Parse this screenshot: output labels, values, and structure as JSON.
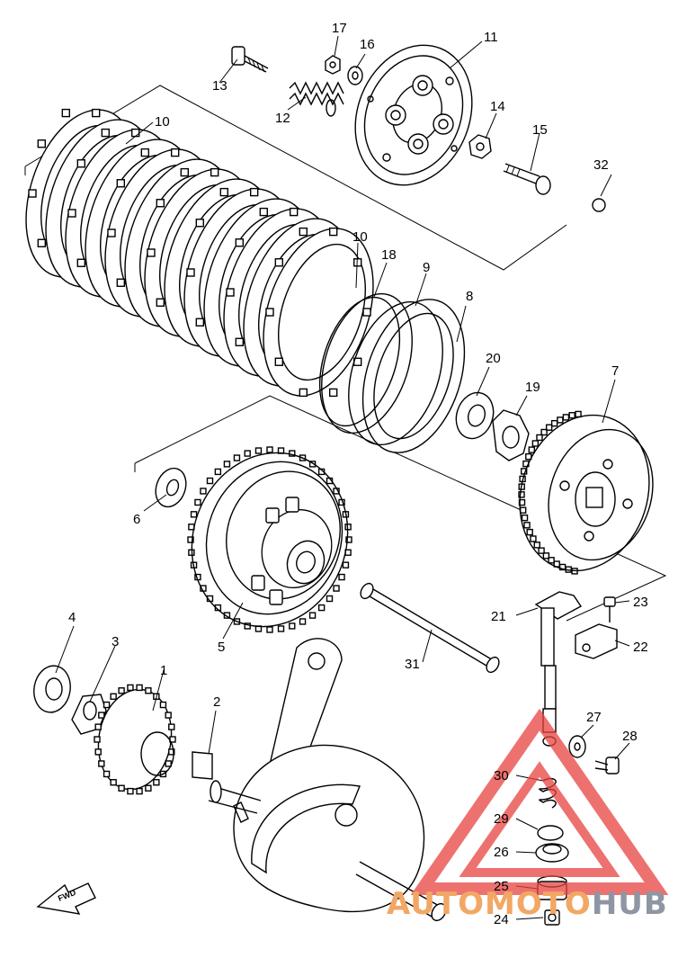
{
  "parts": [
    {
      "id": "1",
      "text": "1"
    },
    {
      "id": "2",
      "text": "2"
    },
    {
      "id": "3",
      "text": "3"
    },
    {
      "id": "4",
      "text": "4"
    },
    {
      "id": "5",
      "text": "5"
    },
    {
      "id": "6",
      "text": "6"
    },
    {
      "id": "7",
      "text": "7"
    },
    {
      "id": "8",
      "text": "8"
    },
    {
      "id": "9",
      "text": "9"
    },
    {
      "id": "10a",
      "text": "10"
    },
    {
      "id": "10b",
      "text": "10"
    },
    {
      "id": "11",
      "text": "11"
    },
    {
      "id": "12",
      "text": "12"
    },
    {
      "id": "13",
      "text": "13"
    },
    {
      "id": "14",
      "text": "14"
    },
    {
      "id": "15",
      "text": "15"
    },
    {
      "id": "16",
      "text": "16"
    },
    {
      "id": "17",
      "text": "17"
    },
    {
      "id": "18",
      "text": "18"
    },
    {
      "id": "19",
      "text": "19"
    },
    {
      "id": "20",
      "text": "20"
    },
    {
      "id": "21",
      "text": "21"
    },
    {
      "id": "22",
      "text": "22"
    },
    {
      "id": "23",
      "text": "23"
    },
    {
      "id": "24",
      "text": "24"
    },
    {
      "id": "25",
      "text": "25"
    },
    {
      "id": "26",
      "text": "26"
    },
    {
      "id": "27",
      "text": "27"
    },
    {
      "id": "28",
      "text": "28"
    },
    {
      "id": "29",
      "text": "29"
    },
    {
      "id": "30",
      "text": "30"
    },
    {
      "id": "31",
      "text": "31"
    },
    {
      "id": "32",
      "text": "32"
    }
  ],
  "direction_marker": {
    "text": "FWD"
  },
  "watermark": {
    "part1": "AUTO",
    "part2": "MOTO",
    "part3": "HUB",
    "color_primary": "#f2a765",
    "color_secondary": "#8f96a3",
    "triangle_color": "#e8433f"
  }
}
